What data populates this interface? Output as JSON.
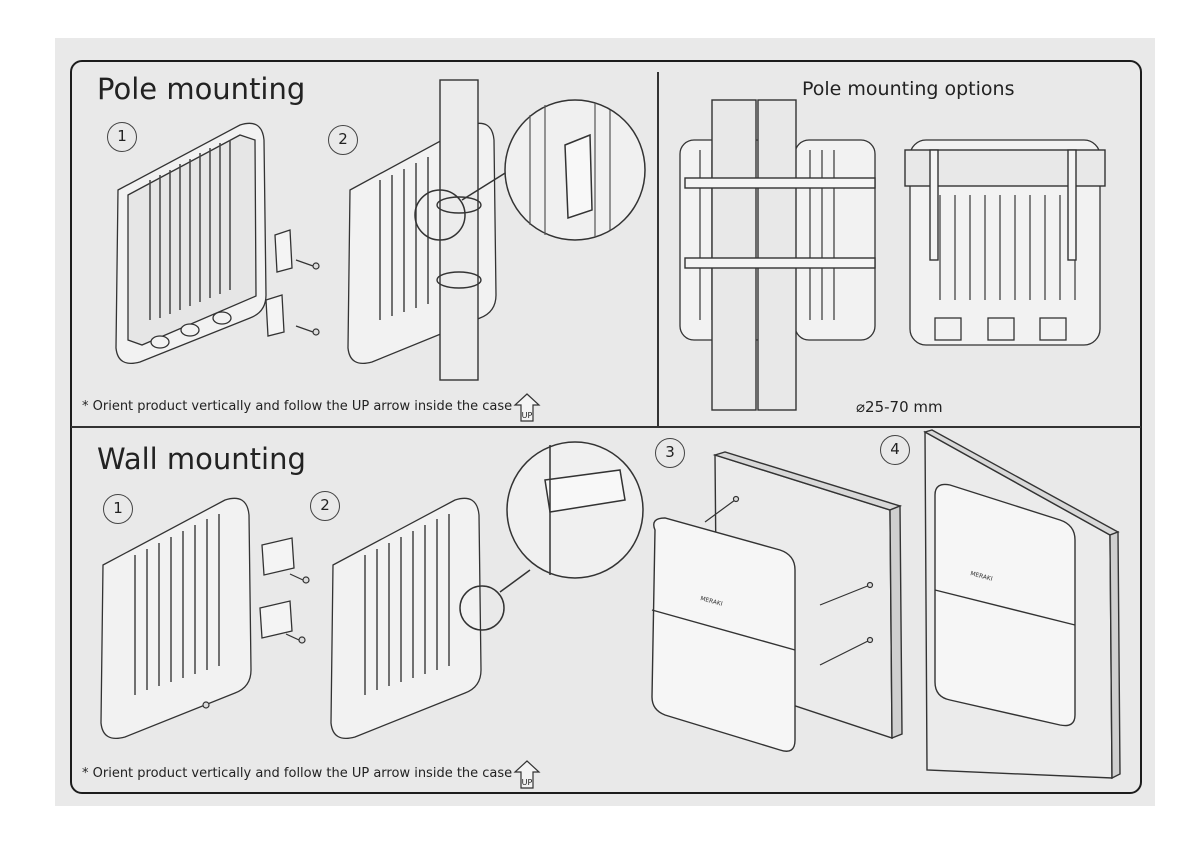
{
  "pole_section": {
    "title": "Pole mounting",
    "steps": [
      "1",
      "2"
    ],
    "note": "* Orient product vertically and follow the UP arrow inside the case",
    "up_label": "UP"
  },
  "pole_options": {
    "title": "Pole mounting options",
    "diameter_symbol": "⌀",
    "diameter": "25-70 mm"
  },
  "wall_section": {
    "title": "Wall mounting",
    "steps": [
      "1",
      "2",
      "3",
      "4"
    ],
    "note": "* Orient product vertically and follow the UP arrow inside the case",
    "up_label": "UP"
  },
  "device": {
    "brand_mark": "MERAKI"
  },
  "icons": [
    "up-arrow-icon",
    "device-illustration",
    "bracket-illustration",
    "screw-illustration",
    "pole-illustration",
    "wall-plate-illustration",
    "zoom-circle-icon"
  ],
  "colors": {
    "line": "#333333",
    "paper": "#e9e9e9",
    "device_fill": "#f0f0f0"
  }
}
